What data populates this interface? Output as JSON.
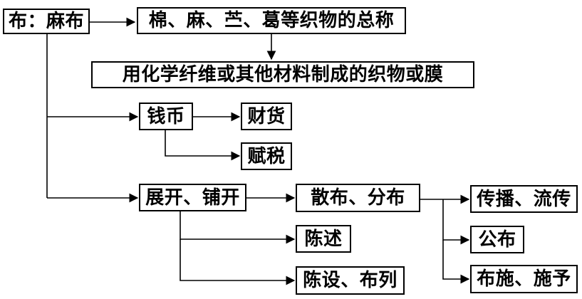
{
  "root": "布：麻布",
  "nodes": {
    "general_term": "棉、麻、苎、葛等织物的总称",
    "chemical_fabric": "用化学纤维或其他材料制成的织物或膜",
    "coin": "钱币",
    "goods": "财货",
    "tax": "赋税",
    "spread": "展开、铺开",
    "scatter": "散布、分布",
    "narrate": "陈述",
    "arrange": "陈设、布列",
    "propagate": "传播、流传",
    "announce": "公布",
    "bestow": "布施、施予"
  }
}
